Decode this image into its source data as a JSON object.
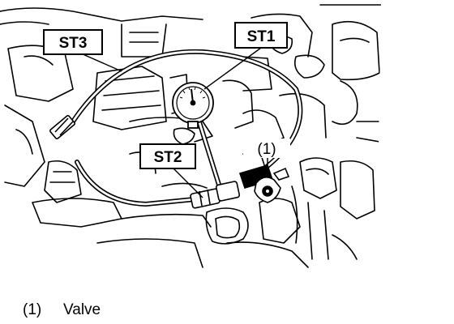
{
  "callouts": {
    "st1": "ST1",
    "st2": "ST2",
    "st3": "ST3",
    "item1": "(1)"
  },
  "legend": {
    "items": [
      {
        "number": "(1)",
        "label": "Valve"
      }
    ]
  }
}
